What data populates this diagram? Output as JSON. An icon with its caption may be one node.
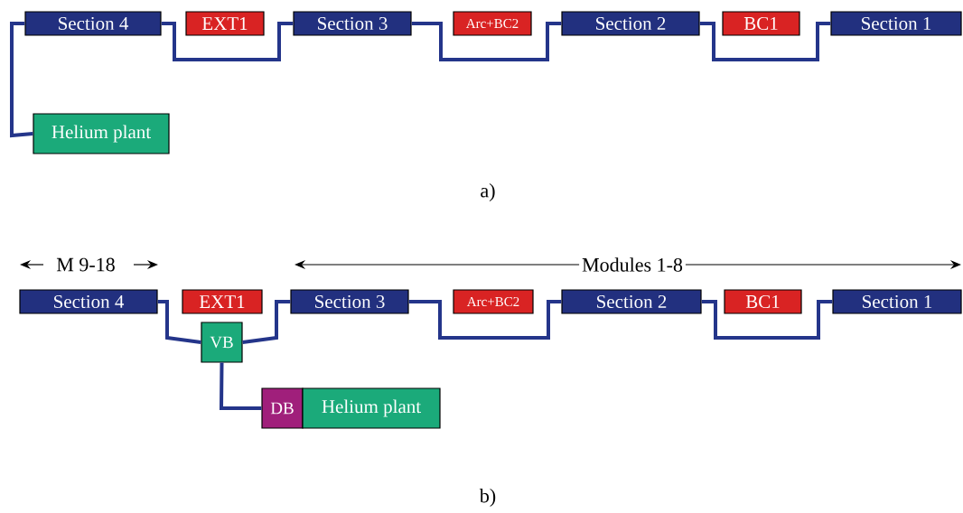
{
  "diagram": {
    "nodes": [
      {
        "text": [
          "Section 4"
        ]
      },
      {
        "text": [
          "EXT1"
        ]
      },
      {
        "text": [
          "Section 3"
        ]
      },
      {
        "text": [
          "Arc+BC2"
        ]
      },
      {
        "text": [
          "Section 2"
        ]
      },
      {
        "text": [
          "BC1"
        ]
      },
      {
        "text": [
          "Section 1"
        ]
      },
      {
        "text": [
          "Helium plant"
        ]
      },
      {
        "text": [
          "Section 4"
        ]
      },
      {
        "text": [
          "EXT1"
        ]
      },
      {
        "text": [
          "Section 3"
        ]
      },
      {
        "text": [
          "Arc+BC2"
        ]
      },
      {
        "text": [
          "Section 2"
        ]
      },
      {
        "text": [
          "BC1"
        ]
      },
      {
        "text": [
          "Section 1"
        ]
      },
      {
        "text": [
          "VB"
        ]
      },
      {
        "text": [
          "DB"
        ]
      },
      {
        "text": [
          "Helium plant"
        ]
      }
    ],
    "edges": [
      {
        "from": 0,
        "to": 2,
        "arrow": "none"
      },
      {
        "from": 2,
        "to": 4,
        "arrow": "none"
      },
      {
        "from": 4,
        "to": 6,
        "arrow": "none"
      },
      {
        "from": 0,
        "to": 7,
        "arrow": "none"
      },
      {
        "from": 8,
        "to": 15,
        "arrow": "none"
      },
      {
        "from": 15,
        "to": 10,
        "arrow": "none"
      },
      {
        "from": 10,
        "to": 12,
        "arrow": "none"
      },
      {
        "from": 12,
        "to": 14,
        "arrow": "none"
      },
      {
        "from": 15,
        "to": 16,
        "arrow": "none"
      }
    ],
    "labels": [
      "a)",
      "M 9-18",
      "Modules 1-8",
      "b)"
    ]
  }
}
